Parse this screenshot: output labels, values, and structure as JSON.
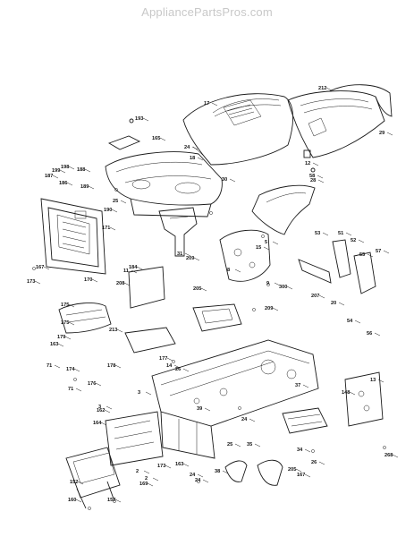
{
  "watermark": "AppliancePartsPros.com",
  "part_labels": [
    "17",
    "212",
    "29",
    "193",
    "165",
    "24",
    "18",
    "12",
    "28",
    "58",
    "199",
    "198",
    "187",
    "188",
    "186",
    "189",
    "25",
    "30",
    "190",
    "171",
    "31",
    "209",
    "8",
    "53",
    "51",
    "52",
    "55",
    "57",
    "15",
    "5",
    "167",
    "173",
    "170",
    "184",
    "11",
    "9",
    "300",
    "208",
    "205",
    "209b",
    "207",
    "20",
    "54",
    "56",
    "175",
    "175b",
    "213",
    "179",
    "163",
    "177",
    "14",
    "26",
    "24b",
    "71",
    "178",
    "174",
    "176",
    "71b",
    "3",
    "162",
    "3b",
    "164",
    "39",
    "24c",
    "2",
    "13",
    "148",
    "37",
    "35",
    "25b",
    "163b",
    "173b",
    "152",
    "160",
    "157",
    "167b",
    "205b",
    "38",
    "24d",
    "26b",
    "268",
    "34",
    "2b",
    "169"
  ]
}
